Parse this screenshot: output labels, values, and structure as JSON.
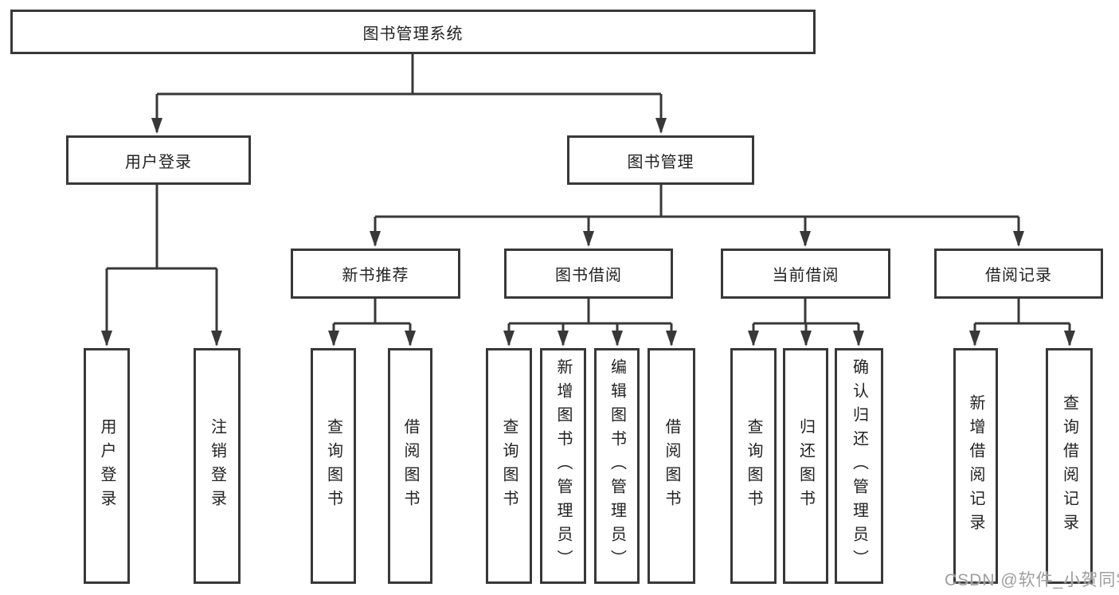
{
  "root": {
    "label": "图书管理系统"
  },
  "login": {
    "label": "用户登录",
    "leaves": [
      {
        "label": "用户登录"
      },
      {
        "label": "注销登录"
      }
    ]
  },
  "management": {
    "label": "图书管理",
    "groups": [
      {
        "label": "新书推荐",
        "leaves": [
          {
            "label": "查询图书"
          },
          {
            "label": "借阅图书"
          }
        ]
      },
      {
        "label": "图书借阅",
        "leaves": [
          {
            "label": "查询图书"
          },
          {
            "label": "新增图书（管理员）"
          },
          {
            "label": "编辑图书（管理员）"
          },
          {
            "label": "借阅图书"
          }
        ]
      },
      {
        "label": "当前借阅",
        "leaves": [
          {
            "label": "查询图书"
          },
          {
            "label": "归还图书"
          },
          {
            "label": "确认归还（管理员）"
          }
        ]
      },
      {
        "label": "借阅记录",
        "leaves": [
          {
            "label": "新增借阅记录"
          },
          {
            "label": "查询借阅记录"
          }
        ]
      }
    ]
  },
  "watermark": {
    "text": "CSDN @软件_小贺同学",
    "color": "#9e9e9e"
  },
  "colors": {
    "line": "#383838",
    "text": "#222222",
    "background": "#ffffff"
  }
}
